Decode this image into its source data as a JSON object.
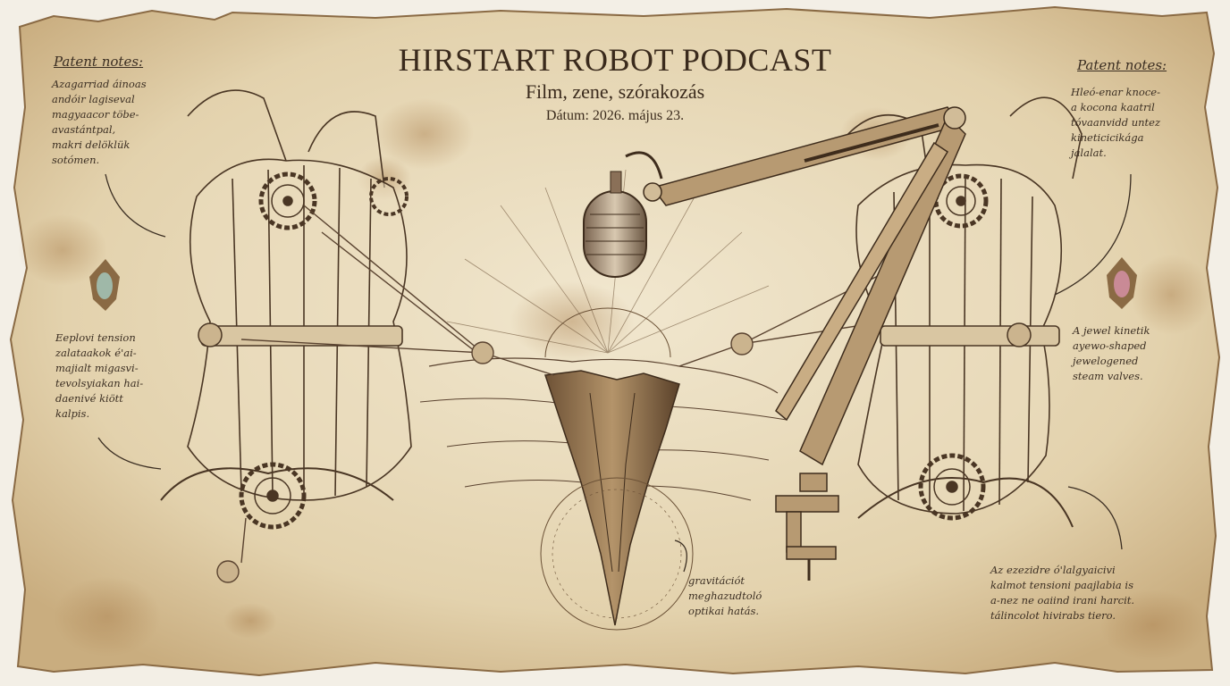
{
  "header": {
    "title": "HIRSTART ROBOT PODCAST",
    "subtitle": "Film, zene, szórakozás",
    "date": "Dátum: 2026. május 23."
  },
  "notes": {
    "left_heading": "Patent notes:",
    "right_heading": "Patent notes:",
    "left_top": "Azagarriad áinoas\nandóir lagiseval\nmagyaacor töbe-\navastántpal,\nmakri delöklük\nsotómen.",
    "left_mid": "Eeplovi tension\nzalataakok é'ai-\nmajialt migasvi-\ntevolsyiakan hai-\ndaenivé kiött\nkalpis.",
    "right_top": "Hleó-enar knoce-\na kocona kaatril\ntóvaanvidd untez\nkineticicikága\njalalat.",
    "right_mid": "A jewel kinetik\nayewo-shaped\njewelogened\nsteam valves.",
    "bottom_center": "gravitációt\nmeghazudtoló\noptikai hatás.",
    "bottom_right": "Az ezezidre ó'lalgyaicivi\nkalmot tensioni paajlabia is\na-nez ne oaiind irani harcit.\ntálincolot hivirabs tiero."
  },
  "colors": {
    "paper": "#e8dcc0",
    "paper_dark": "#c9ad7f",
    "ink": "#3a2a1c",
    "stain": "#a97e4c",
    "gem_left": "#9fb8a8",
    "gem_right": "#c98a96"
  },
  "icons": [
    "left-corset-drawing",
    "right-corset-drawing",
    "microphone-icon",
    "boom-arm-drawing",
    "desk-clamp-icon",
    "chasm-drawing",
    "gear-icon",
    "gem-icon"
  ]
}
